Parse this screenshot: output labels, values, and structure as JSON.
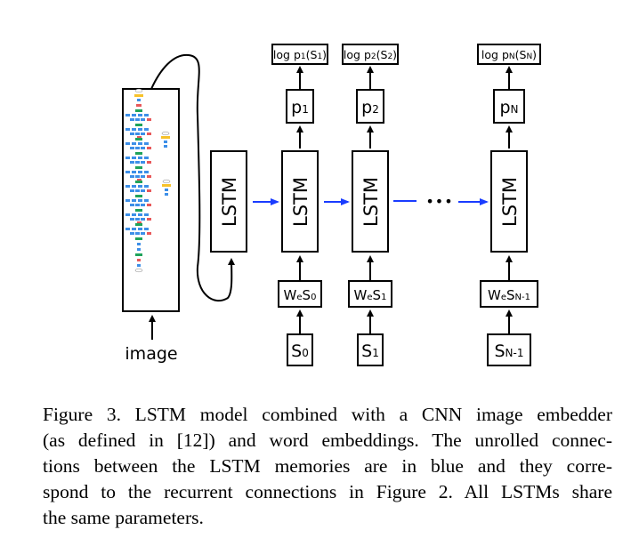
{
  "figure": {
    "input_label": "image",
    "lstm_label": "LSTM",
    "ellipsis": "•••",
    "log_probs": [
      {
        "base": "log p",
        "sub": "1",
        "arg": "(S",
        "argsub": "1",
        "close": ")"
      },
      {
        "base": "log p",
        "sub": "2",
        "arg": "(S",
        "argsub": "2",
        "close": ")"
      },
      {
        "base": "log p",
        "sub": "N",
        "arg": "(S",
        "argsub": "N",
        "close": ")"
      }
    ],
    "probs": [
      {
        "base": "p",
        "sub": "1"
      },
      {
        "base": "p",
        "sub": "2"
      },
      {
        "base": "p",
        "sub": "N"
      }
    ],
    "embeddings": [
      {
        "w": "W",
        "wsub": "e",
        "s": "S",
        "ssub": "0"
      },
      {
        "w": "W",
        "wsub": "e",
        "s": "S",
        "ssub": "1"
      },
      {
        "w": "W",
        "wsub": "e",
        "s": "S",
        "ssub": "N-1"
      }
    ],
    "words": [
      {
        "base": "S",
        "sub": "0"
      },
      {
        "base": "S",
        "sub": "1"
      },
      {
        "base": "S",
        "sub": "N-1"
      }
    ],
    "colors": {
      "recurrent_arrow": "#1a3cff",
      "cnn_blue": "#3d8fe8",
      "cnn_green": "#1fa35a",
      "cnn_red": "#e8585a",
      "cnn_yellow": "#f7c22b"
    }
  },
  "caption": {
    "lines": [
      "Figure 3.  LSTM model combined with a CNN image embedder",
      "(as defined in [12]) and word embeddings. The unrolled connec-",
      "tions between the LSTM memories are in blue and they corre-",
      "spond to the recurrent connections in Figure 2. All LSTMs share",
      "the same parameters."
    ]
  }
}
